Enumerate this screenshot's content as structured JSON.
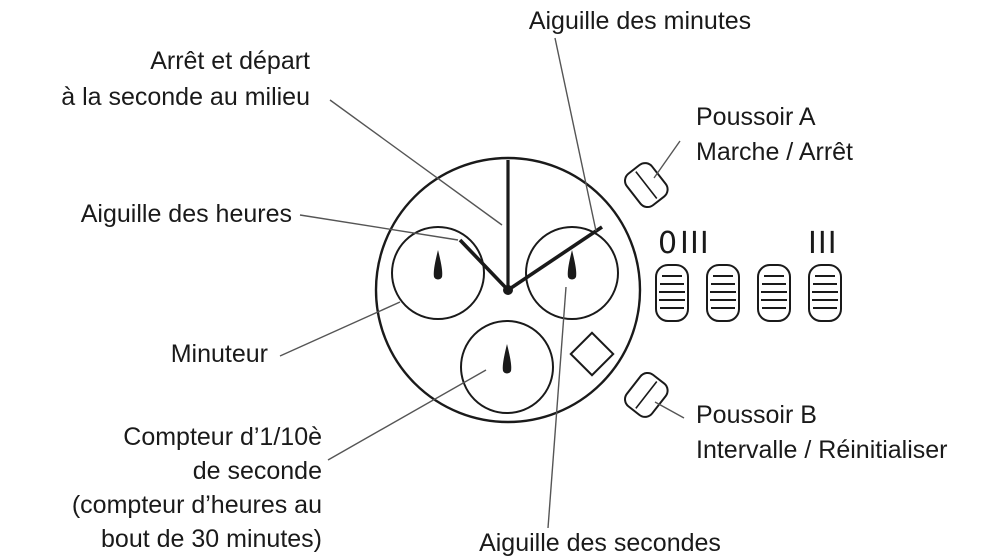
{
  "labels": {
    "minute_hand": "Aiguille des minutes",
    "chrono_stop_line1": "Arrêt et départ",
    "chrono_stop_line2": "à la seconde au milieu",
    "pusher_a_line1": "Poussoir A",
    "pusher_a_line2": "Marche / Arrêt",
    "hour_hand": "Aiguille des heures",
    "timer": "Minuteur",
    "tenth_counter_line1": "Compteur d’1/10è",
    "tenth_counter_line2": "de seconde",
    "tenth_counter_line3": "(compteur d’heures au",
    "tenth_counter_line4": "bout de 30 minutes)",
    "pusher_b_line1": "Poussoir B",
    "pusher_b_line2": "Intervalle / Réinitialiser",
    "second_hand": "Aiguille des secondes"
  },
  "crown_positions": {
    "position_0": "0",
    "position_1": "I",
    "position_2": "II",
    "position_3": "III"
  },
  "colors": {
    "ink": "#1a1a1a",
    "leader": "#555555",
    "background": "#ffffff"
  }
}
